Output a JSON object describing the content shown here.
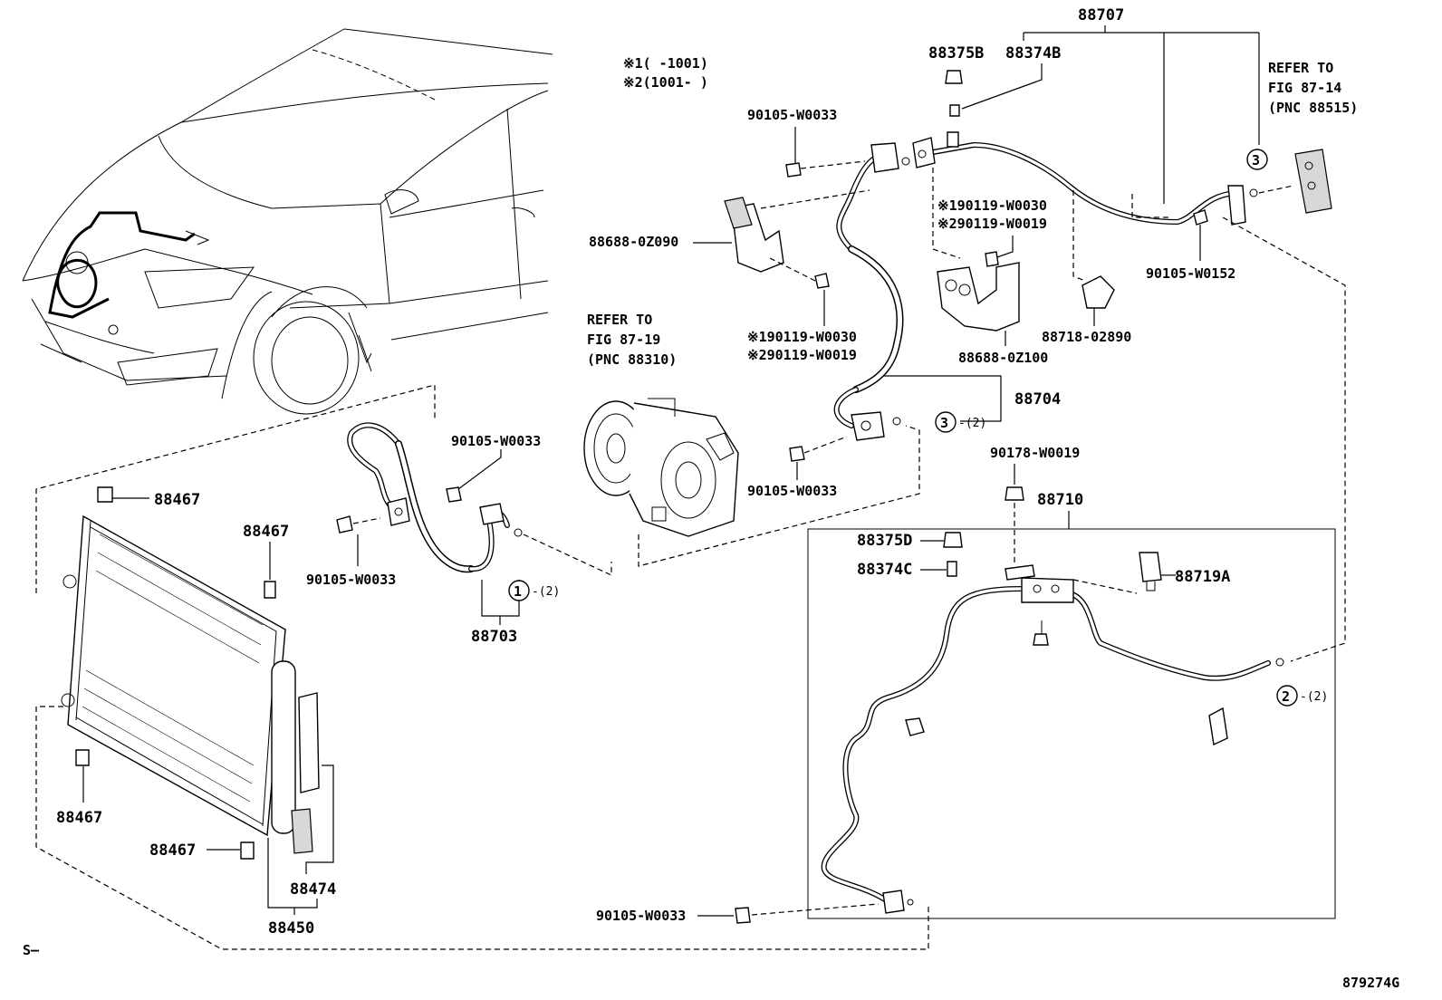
{
  "figure_code": "879274G",
  "corner_mark": "S—",
  "notes": {
    "note1": "※1(   -1001)",
    "note2": "※2(1001-   )"
  },
  "refs": {
    "compressor": [
      "REFER TO",
      "FIG 87-19",
      "(PNC 88310)"
    ],
    "valve": [
      "REFER TO",
      "FIG 87-14",
      "(PNC 88515)"
    ]
  },
  "labels": {
    "p88707": "88707",
    "p88375B": "88375B",
    "p88374B": "88374B",
    "bolt_top": "90105-W0033",
    "bracket1": "88688-0Z090",
    "alt_a1": "※190119-W0030",
    "alt_a2": "※290119-W0019",
    "alt_b1": "※190119-W0030",
    "alt_b2": "※290119-W0019",
    "bracket2": "88688-0Z100",
    "clamp": "88718-02890",
    "bolt_right": "90105-W0152",
    "p88704": "88704",
    "bolt_mid": "90105-W0033",
    "bolt_hose": "90105-W0033",
    "bolt_left": "90105-W0033",
    "p88703": "88703",
    "nut": "90178-W0019",
    "p88710": "88710",
    "p88375D": "88375D",
    "p88374C": "88374C",
    "p88719A": "88719A",
    "bolt_bottom": "90105-W0033",
    "p88467a": "88467",
    "p88467b": "88467",
    "p88467c": "88467",
    "p88467d": "88467",
    "p88474": "88474",
    "p88450": "88450"
  },
  "callouts": {
    "c1": {
      "num": "1",
      "qty": "-(2)"
    },
    "c2": {
      "num": "2",
      "qty": "-(2)"
    },
    "c3a": {
      "num": "3",
      "qty": ""
    },
    "c3b": {
      "num": "3",
      "qty": "-(2)"
    }
  }
}
